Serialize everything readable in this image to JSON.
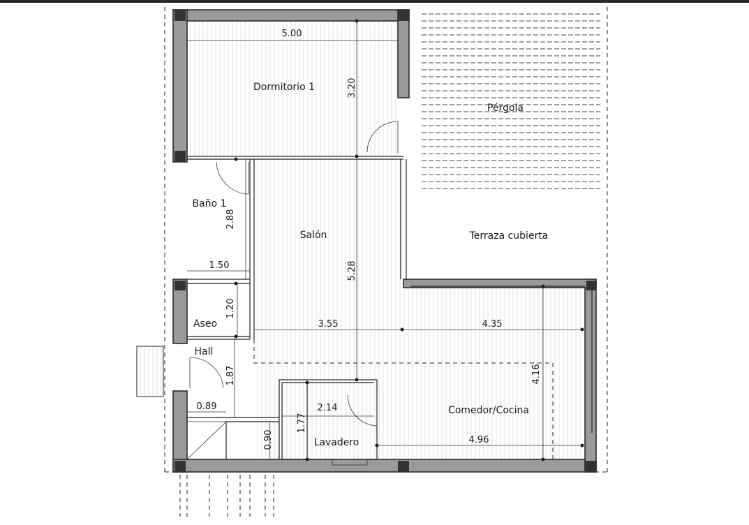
{
  "rooms": {
    "dormitorio": "Dormitorio 1",
    "pergola": "Pérgola",
    "bano": "Baño 1",
    "salon": "Salón",
    "terraza": "Terraza cubierta",
    "aseo": "Aseo",
    "hall": "Hall",
    "comedor": "Comedor/Cocina",
    "lavadero": "Lavadero"
  },
  "dimensions": {
    "dorm_width": "5.00",
    "dorm_depth": "3.20",
    "bano_depth": "2.88",
    "bano_width": "1.50",
    "aseo_depth": "1.20",
    "salon_width": "3.55",
    "comedor_width": "4.35",
    "salon_depth": "5.28",
    "comedor_depth": "4.16",
    "hall_depth": "1.87",
    "hall_width": "0.89",
    "lavadero_width": "2.14",
    "lavadero_depth": "1.77",
    "stair": "0.90",
    "kitchen_width": "4.96"
  }
}
